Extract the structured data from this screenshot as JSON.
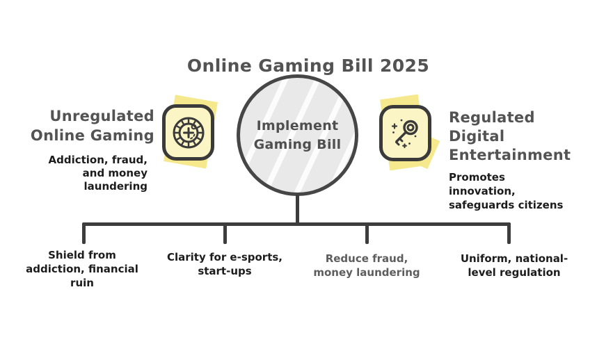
{
  "title": "Online Gaming Bill 2025",
  "center": {
    "label_lines": [
      "Implement",
      "Gaming Bill"
    ]
  },
  "left": {
    "heading_lines": [
      "Unregulated",
      "Online Gaming"
    ],
    "sub_lines": [
      "Addiction, fraud,",
      "and money",
      "laundering"
    ],
    "icon": "roulette-wheel-icon"
  },
  "right": {
    "heading_lines": [
      "Regulated",
      "Digital",
      "Entertainment"
    ],
    "sub_lines": [
      "Promotes",
      "innovation,",
      "safeguards citizens"
    ],
    "icon": "key-icon"
  },
  "branches": [
    {
      "lines": [
        "Shield from",
        "addiction, financial",
        "ruin"
      ]
    },
    {
      "lines": [
        "Clarity for e-sports,",
        "start-ups"
      ]
    },
    {
      "lines": [
        "Reduce fraud,",
        "money laundering"
      ]
    },
    {
      "lines": [
        "Uniform, national-",
        "level regulation"
      ]
    }
  ],
  "colors": {
    "heading": "#535353",
    "text": "#1c1c1c",
    "muted_text": "#5d5d5d",
    "line": "#3d3d3d",
    "circle_fill": "#e9e9e9",
    "circle_border": "#464646",
    "icon_fill": "#fbf4c4",
    "icon_border": "#3a3a3a",
    "highlight": "#f6e88c"
  }
}
